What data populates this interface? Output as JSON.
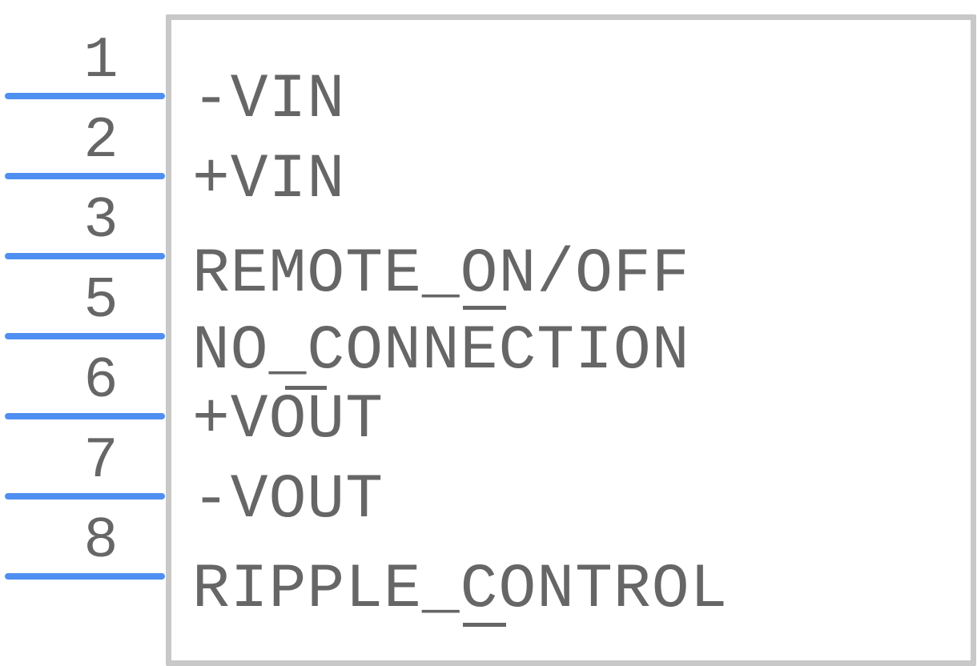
{
  "component": {
    "pins": [
      {
        "number": "1",
        "label": "-VIN"
      },
      {
        "number": "2",
        "label": "+VIN"
      },
      {
        "number": "3",
        "label": "REMOTE_ON/OFF"
      },
      {
        "number": "5",
        "label": "NO_CONNECTION"
      },
      {
        "number": "6",
        "label": "+VOUT"
      },
      {
        "number": "7",
        "label": "-VOUT"
      },
      {
        "number": "8",
        "label": "RIPPLE_CONTROL"
      }
    ]
  },
  "colors": {
    "pin_line": "#4f8ff1",
    "text": "#666666",
    "body_outline": "#c8c8c8"
  }
}
